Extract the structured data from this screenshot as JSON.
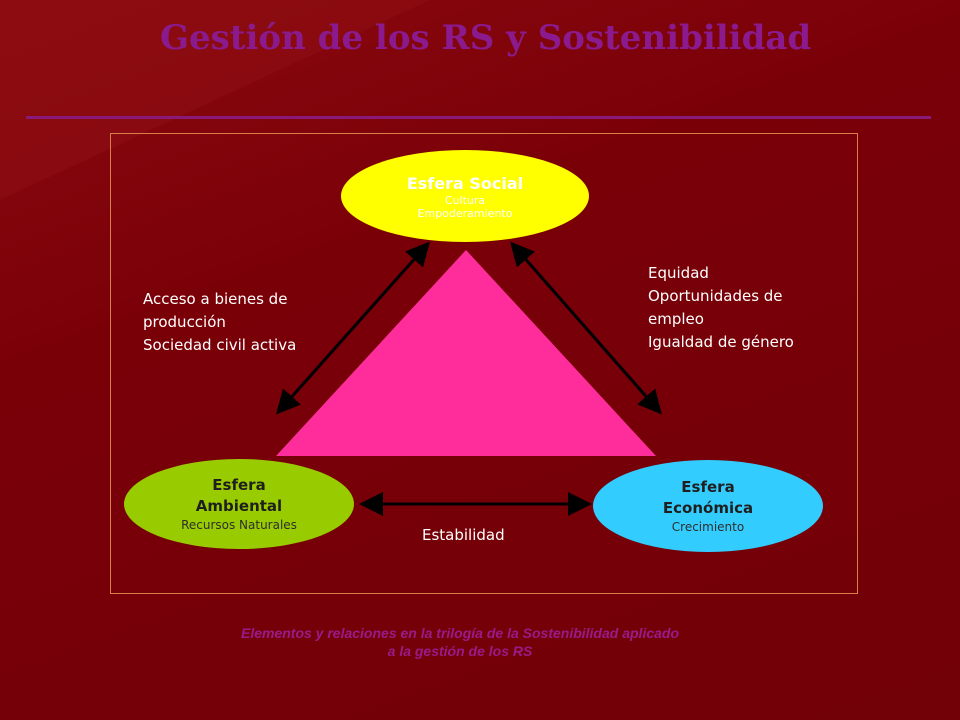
{
  "title": "Gestión de los RS y Sostenibilidad",
  "nodes": {
    "social": {
      "name": "Esfera Social",
      "sub1": "Cultura",
      "sub2": "Empoderamiento"
    },
    "ambiental": {
      "name1": "Esfera",
      "name2": "Ambiental",
      "sub": "Recursos Naturales"
    },
    "economica": {
      "name1": "Esfera",
      "name2": "Económica",
      "sub": "Crecimiento"
    }
  },
  "relations": {
    "social_ambiental": [
      "Acceso a bienes de",
      "producción",
      "Sociedad civil activa"
    ],
    "social_economica": [
      "Equidad",
      "Oportunidades de",
      "empleo",
      "Igualdad de género"
    ],
    "ambiental_economica": "Estabilidad"
  },
  "caption": {
    "line1": "Elementos y relaciones en la trilogía de la Sostenibilidad aplicado",
    "line2": "a la gestión de los RS"
  },
  "colors": {
    "background": "#7a0008",
    "title": "#8a1a8e",
    "social": "#ffff00",
    "ambiental": "#99cc00",
    "economica": "#33ccff",
    "triangle": "#ff2c9c",
    "frame": "#d9804a"
  }
}
